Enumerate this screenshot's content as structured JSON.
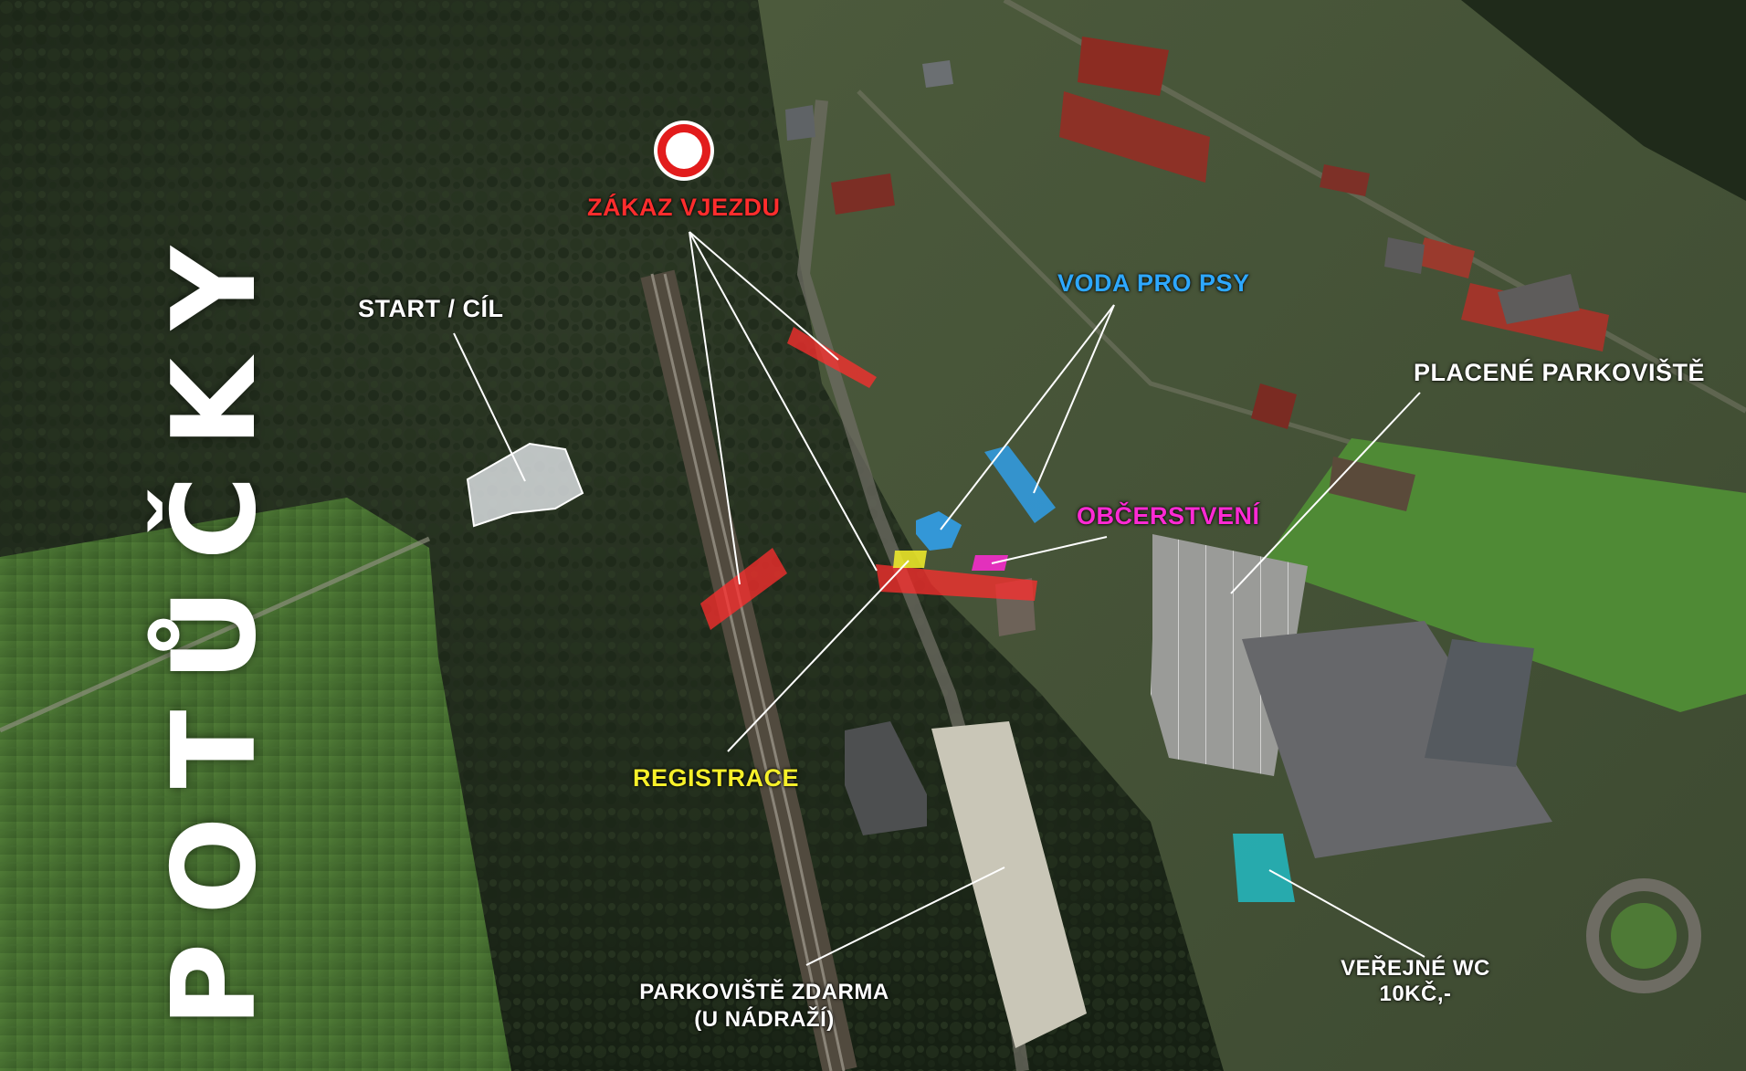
{
  "title": "POTŮČKY",
  "labels": {
    "start_cil": "START / CÍL",
    "zakaz_vjezdu": "ZÁKAZ VJEZDU",
    "voda_pro_psy": "VODA PRO PSY",
    "placene_parkoviste": "PLACENÉ PARKOVIŠTĚ",
    "obcerstveni": "OBČERSTVENÍ",
    "registrace": "REGISTRACE",
    "parkoviste_zdarma_line1": "PARKOVIŠTĚ ZDARMA",
    "parkoviste_zdarma_line2": "(U NÁDRAŽÍ)",
    "verejne_wc_line1": "VEŘEJNÉ WC",
    "verejne_wc_line2": "10KČ,-"
  },
  "colors": {
    "zakaz": "#ff2d2d",
    "voda": "#2ea8ff",
    "obcerstveni": "#ff2ad4",
    "registrace": "#f6f02a",
    "white": "#ffffff",
    "wc": "#1fc8d6",
    "start": "#e8ecef"
  },
  "icons": {
    "no_entry": "no-entry-sign-icon"
  }
}
